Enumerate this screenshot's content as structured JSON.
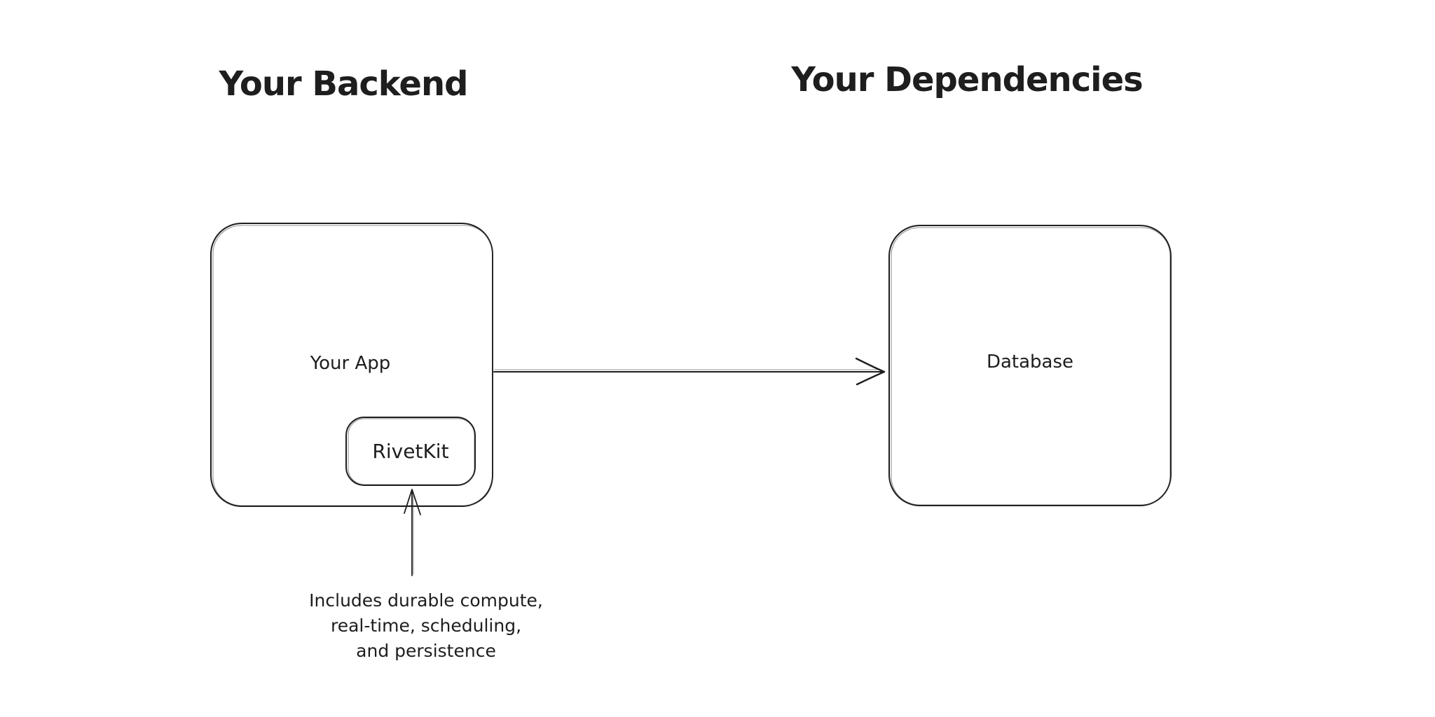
{
  "titles": {
    "left": "Your Backend",
    "right": "Your Dependencies"
  },
  "nodes": {
    "your_app": {
      "label": "Your App"
    },
    "rivetkit": {
      "label": "RivetKit"
    },
    "database": {
      "label": "Database"
    }
  },
  "edges": {
    "app_to_database": {
      "from": "Your App",
      "to": "Database",
      "style": "arrow-right"
    },
    "annotation_to_rivetkit": {
      "from": "annotation",
      "to": "RivetKit",
      "style": "arrow-up"
    }
  },
  "annotation": {
    "lines": [
      "Includes durable compute,",
      "real-time, scheduling,",
      "and persistence"
    ]
  },
  "colors": {
    "stroke": "#1e1e1e",
    "background": "#ffffff"
  }
}
